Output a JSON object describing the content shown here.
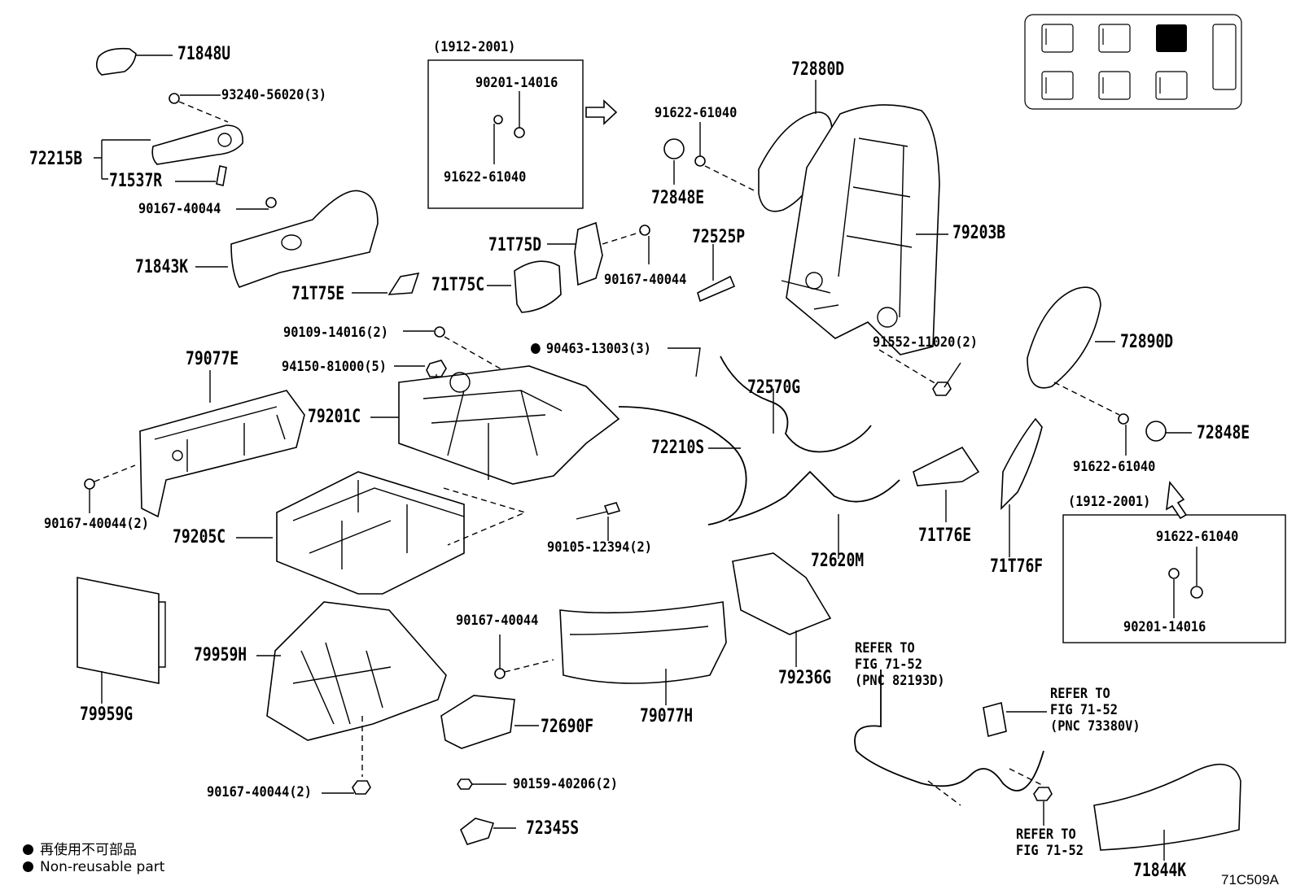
{
  "part_numbers": {
    "p71848U": "71848U",
    "p93240": "93240-56020(3)",
    "p72215B": "72215B",
    "p71537R": "71537R",
    "p90167a": "90167-40044",
    "p71843K": "71843K",
    "p71T75D": "71T75D",
    "p90167b": "90167-40044",
    "p71T75C": "71T75C",
    "p71T75E": "71T75E",
    "p72525P": "72525P",
    "p91622a": "91622-61040",
    "p72848Ea": "72848E",
    "p72880D": "72880D",
    "p79203B": "79203B",
    "p90109": "90109-14016(2)",
    "p90463": "90463-13003(3)",
    "p94150": "94150-81000(5)",
    "p79077E": "79077E",
    "p79201C": "79201C",
    "p72570G": "72570G",
    "p72210S": "72210S",
    "p91552": "91552-11020(2)",
    "p72890D": "72890D",
    "p72848Eb": "72848E",
    "p91622b": "91622-61040",
    "p90167c": "90167-40044(2)",
    "p79205C": "79205C",
    "p90105": "90105-12394(2)",
    "p72620M": "72620M",
    "p71T76E": "71T76E",
    "p71T76F": "71T76F",
    "p79959H": "79959H",
    "p79959G": "79959G",
    "p90167d": "90167-40044",
    "p79077H": "79077H",
    "p72690F": "72690F",
    "p79236G": "79236G",
    "p90167e": "90167-40044(2)",
    "p90159": "90159-40206(2)",
    "p72345S": "72345S",
    "p71844K": "71844K"
  },
  "inset_top": {
    "date_range": "(1912-2001)",
    "p90201": "90201-14016",
    "p91622": "91622-61040"
  },
  "inset_right": {
    "date_range": "(1912-2001)",
    "p91622": "91622-61040",
    "p90201": "90201-14016"
  },
  "references": {
    "ref1": "REFER TO\nFIG 71-52\n(PNC 82193D)",
    "ref2": "REFER TO\nFIG 71-52\n(PNC 73380V)",
    "ref3": "REFER TO\nFIG 71-52"
  },
  "legend": {
    "jp": "再使用不可部品",
    "en": "Non-reusable part"
  },
  "figure_code": "71C509A",
  "colors": {
    "ink": "#000000",
    "paper": "#ffffff"
  }
}
